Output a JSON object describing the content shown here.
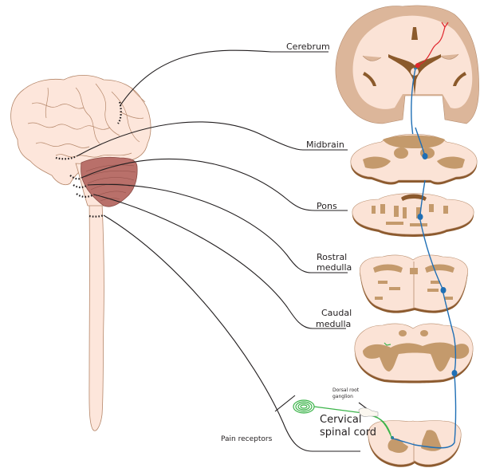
{
  "diagram": {
    "subject": "Pain pathway from peripheral receptors through spinal cord and brainstem to cerebrum",
    "labels": {
      "cerebrum": "Cerebrum",
      "midbrain": "Midbrain",
      "pons": "Pons",
      "rostral_medulla_line1": "Rostral",
      "rostral_medulla_line2": "medulla",
      "caudal_medulla_line1": "Caudal",
      "caudal_medulla_line2": "medulla",
      "cervical_spinal_cord_line1": "Cervical",
      "cervical_spinal_cord_line2": "spinal cord",
      "dorsal_root_ganglion_line1": "Dorsal root",
      "dorsal_root_ganglion_line2": "ganglion",
      "pain_receptors": "Pain receptors"
    },
    "colors": {
      "brain_tissue": "#fde6db",
      "cerebellum": "#b9706a",
      "grey_matter": "#c49a6c",
      "section_edge": "#8c5a2e",
      "ascending_neuron": "#1f6fb5",
      "cortical_neuron": "#e0262d",
      "sensory_neuron": "#3cb44a"
    }
  }
}
